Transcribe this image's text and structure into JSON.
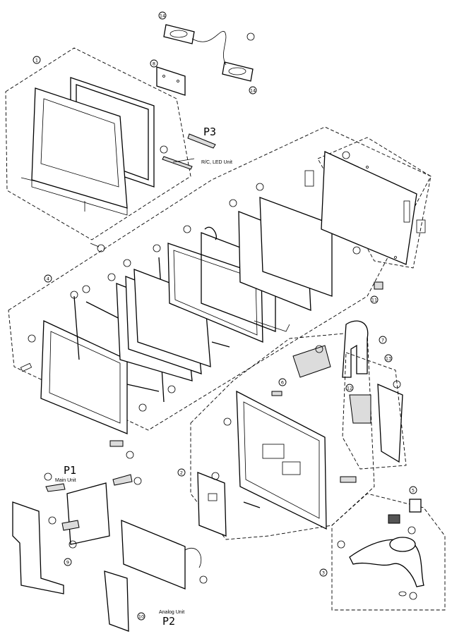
{
  "labels": {
    "rc_led_unit": "R/C, LED Unit",
    "main_unit": "Main Unit",
    "analog_unit": "Analog Unit",
    "p1": "P1",
    "p2": "P2",
    "p3": "P3"
  },
  "callouts": {
    "c1": "1",
    "c2": "2",
    "c3": "3",
    "c4": "4",
    "c5": "5",
    "c6": "6",
    "c7": "7",
    "c8": "8",
    "c9": "9",
    "c10": "10",
    "c11": "11",
    "c12": "12",
    "c13": "13",
    "c14a": "14",
    "c14b": "14"
  }
}
